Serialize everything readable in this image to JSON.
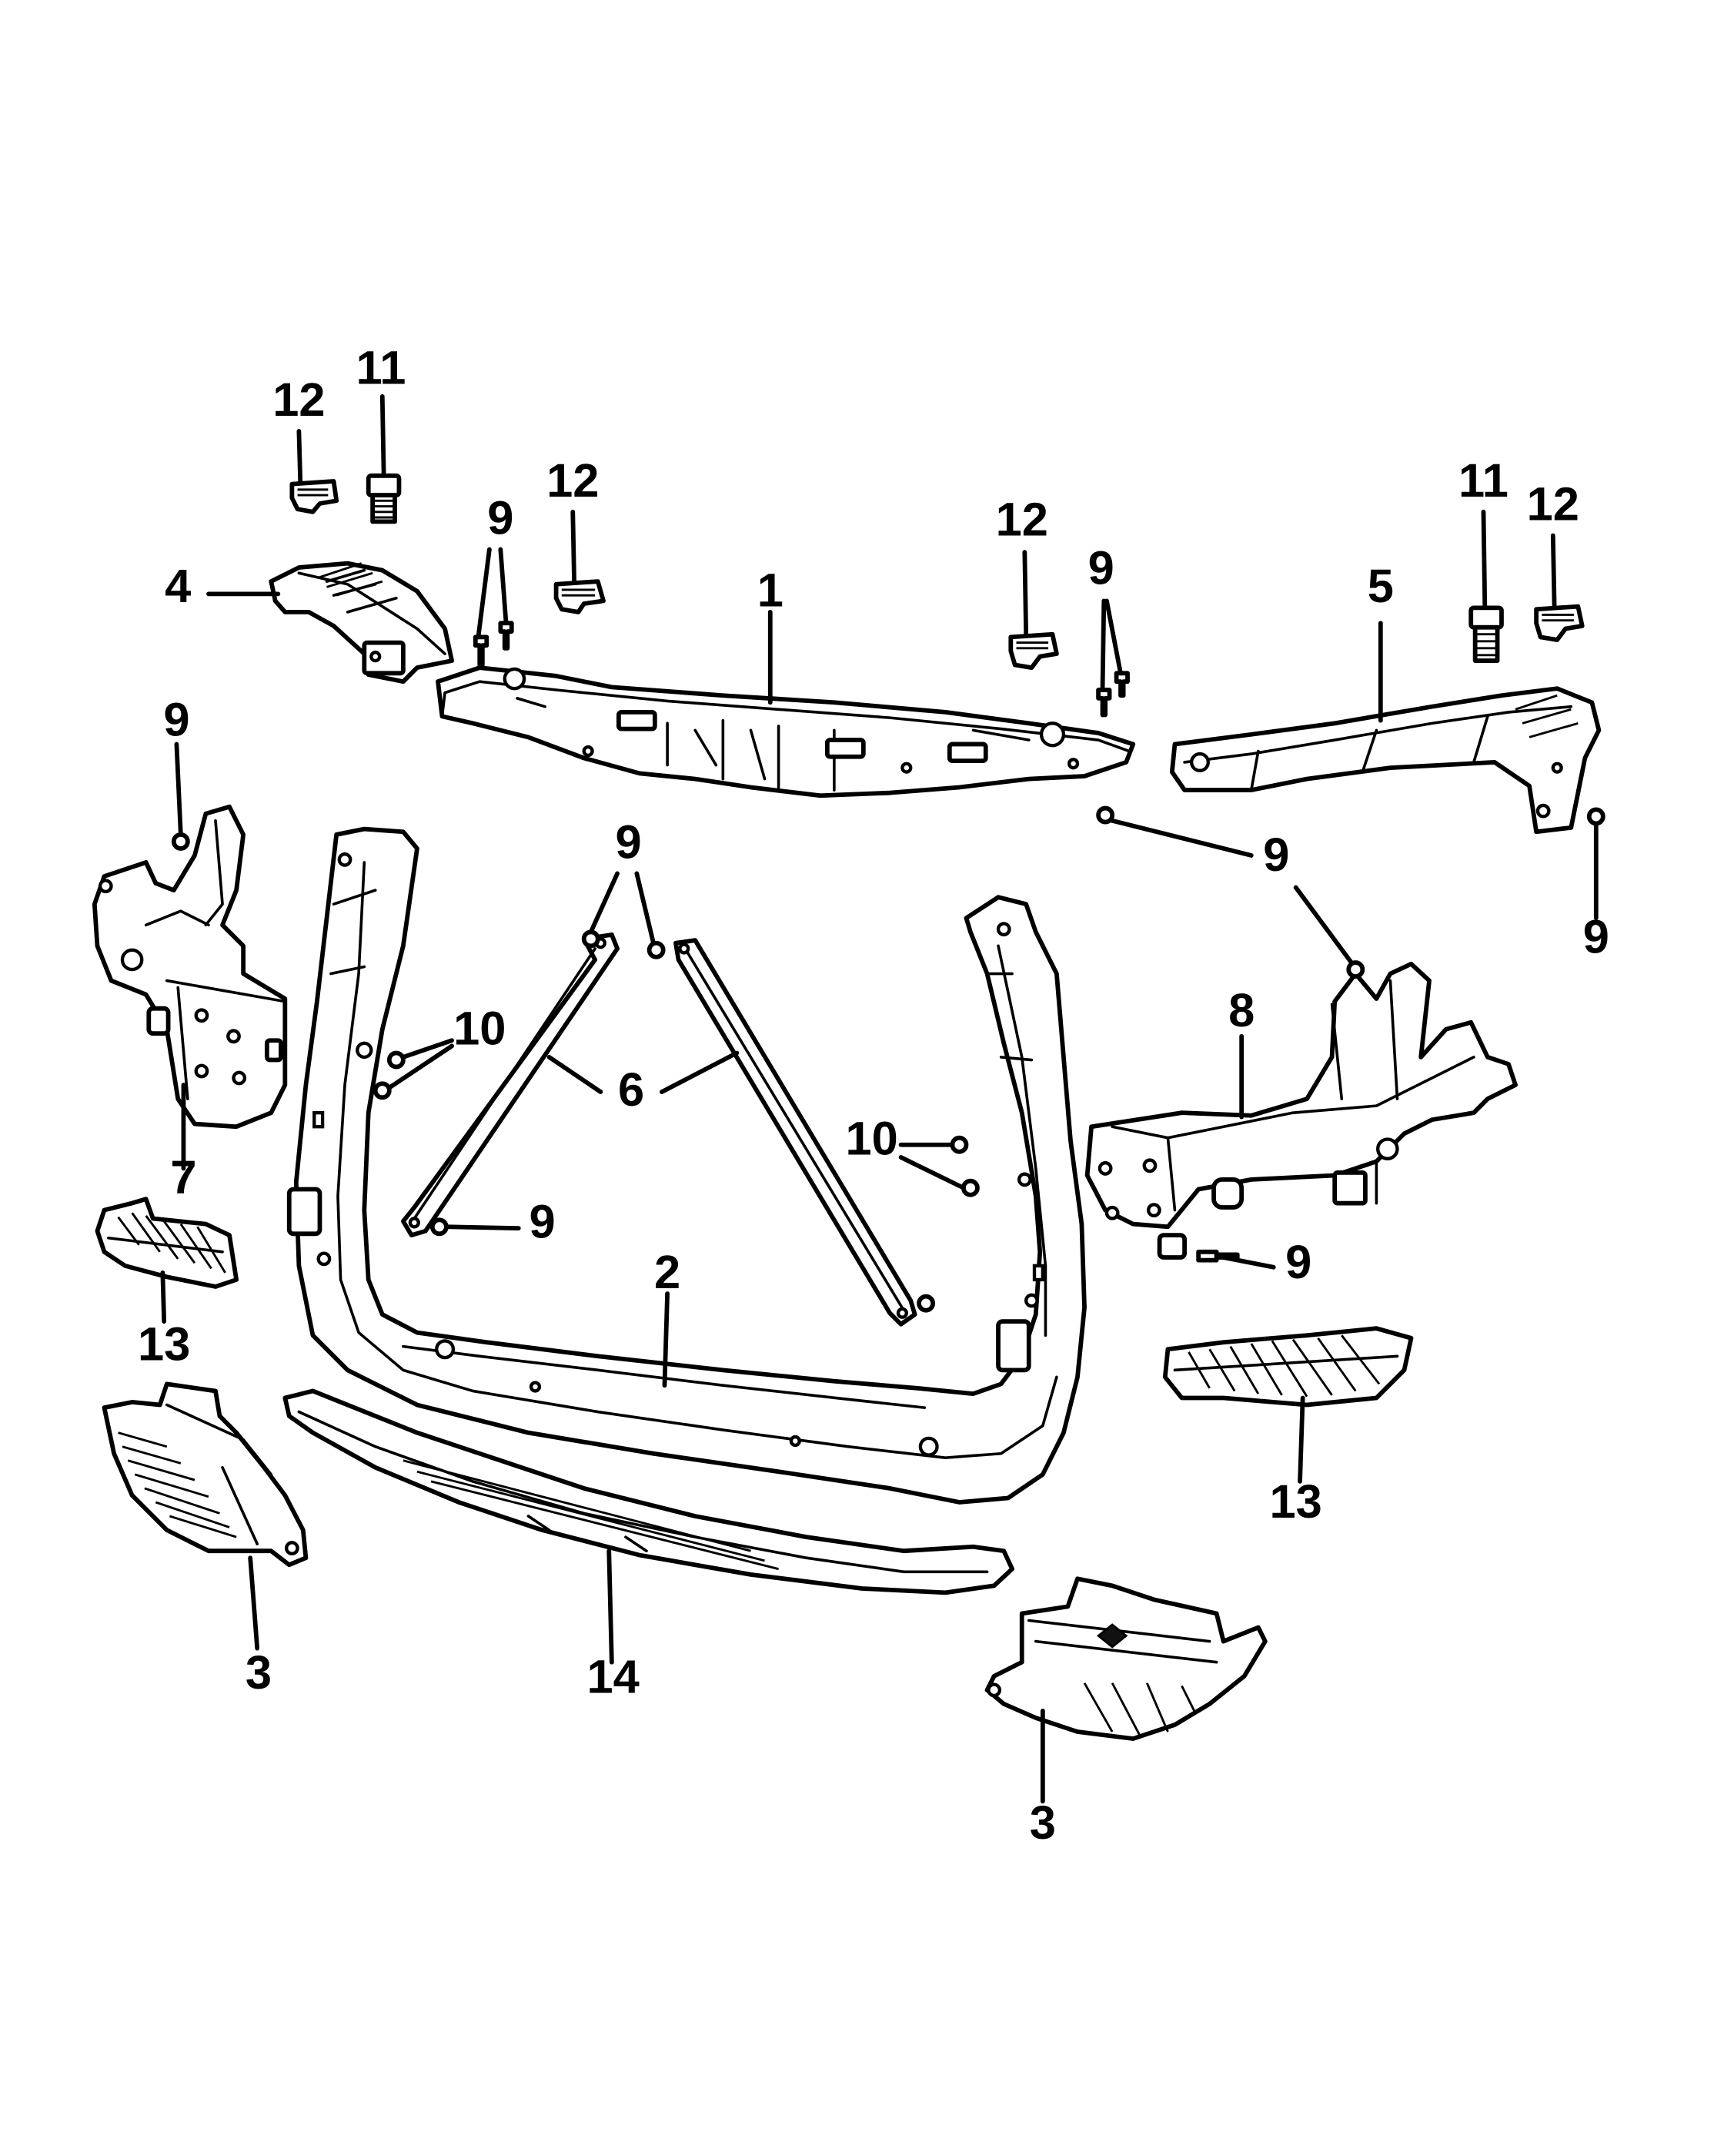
{
  "callouts": [
    {
      "id": "c1",
      "label": "1"
    },
    {
      "id": "c2",
      "label": "2"
    },
    {
      "id": "c3a",
      "label": "3"
    },
    {
      "id": "c3b",
      "label": "3"
    },
    {
      "id": "c4",
      "label": "4"
    },
    {
      "id": "c5",
      "label": "5"
    },
    {
      "id": "c6",
      "label": "6"
    },
    {
      "id": "c7",
      "label": "7"
    },
    {
      "id": "c8",
      "label": "8"
    },
    {
      "id": "c9a",
      "label": "9"
    },
    {
      "id": "c9b",
      "label": "9"
    },
    {
      "id": "c9c",
      "label": "9"
    },
    {
      "id": "c9d",
      "label": "9"
    },
    {
      "id": "c9e",
      "label": "9"
    },
    {
      "id": "c9f",
      "label": "9"
    },
    {
      "id": "c9g",
      "label": "9"
    },
    {
      "id": "c9h",
      "label": "9"
    },
    {
      "id": "c10a",
      "label": "10"
    },
    {
      "id": "c10b",
      "label": "10"
    },
    {
      "id": "c11a",
      "label": "11"
    },
    {
      "id": "c11b",
      "label": "11"
    },
    {
      "id": "c12a",
      "label": "12"
    },
    {
      "id": "c12b",
      "label": "12"
    },
    {
      "id": "c12c",
      "label": "12"
    },
    {
      "id": "c12d",
      "label": "12"
    },
    {
      "id": "c13a",
      "label": "13"
    },
    {
      "id": "c13b",
      "label": "13"
    },
    {
      "id": "c14",
      "label": "14"
    }
  ]
}
